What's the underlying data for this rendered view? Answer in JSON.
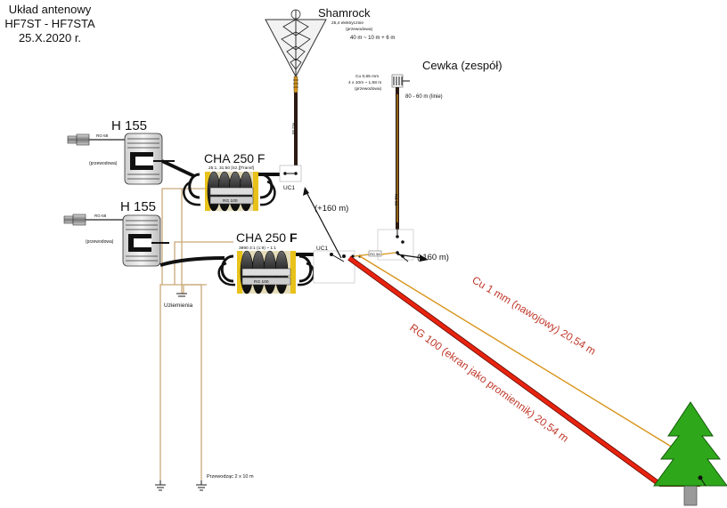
{
  "title": {
    "line1": "Układ antenowy",
    "line2": "HF7ST - HF7STA",
    "line3": "25.X.2020 r."
  },
  "antennas": {
    "shamrock": {
      "label": "Shamrock",
      "spec1": "25,4 elektrycznie",
      "spec2": "(przewodowa)",
      "spec3": "40 m ~ 10 m + 6 m"
    },
    "coil": {
      "label": "Cewka (zespół)",
      "spec1": "Cu 0,65 mm",
      "spec2": "4 x 10m ~ 1,58 m",
      "spec3": "(przewodowa)",
      "spec4": "80 - 60 m (linie)"
    }
  },
  "devices": {
    "h155_top": {
      "label": "H 155",
      "cable": "RG-58",
      "note": "(przewodowa)"
    },
    "h155_bottom": {
      "label": "H 155",
      "cable": "RG-58",
      "note": "(przewodowa)"
    },
    "cha_top": {
      "label": "CHA 250 F",
      "spec": "25:1, 31:50 [Sz.][Transf]",
      "coax": "RG 100"
    },
    "cha_bottom": {
      "label_main": "CHA 250",
      "label_suffix": "F",
      "spec": "3990 3:1 (1:9) ~ 1:1",
      "coax": "RG 100"
    }
  },
  "labels": {
    "uc1_top": "UC1",
    "uc1_bottom": "UC1",
    "plus160": "(+160 m)",
    "minus160": "(-160 m)",
    "vert_cable1": "RG 58",
    "vert_cable2": "RG 58",
    "short_cable": "RG 58",
    "grounding": "Uziemienia",
    "ground_wire": "Przewodząc 2 x 10 m",
    "cu_wire": "Cu 1 mm (nawojowy) 20,54 m",
    "rg_radiator": "RG 100 (ekran jako promiennik) 20,54 m"
  },
  "colors": {
    "coax_red": "#e8230f",
    "copper": "#d8941a",
    "ground_wire": "#c9a978",
    "tree_green": "#2ea81a",
    "tree_trunk": "#9a9a9a"
  }
}
